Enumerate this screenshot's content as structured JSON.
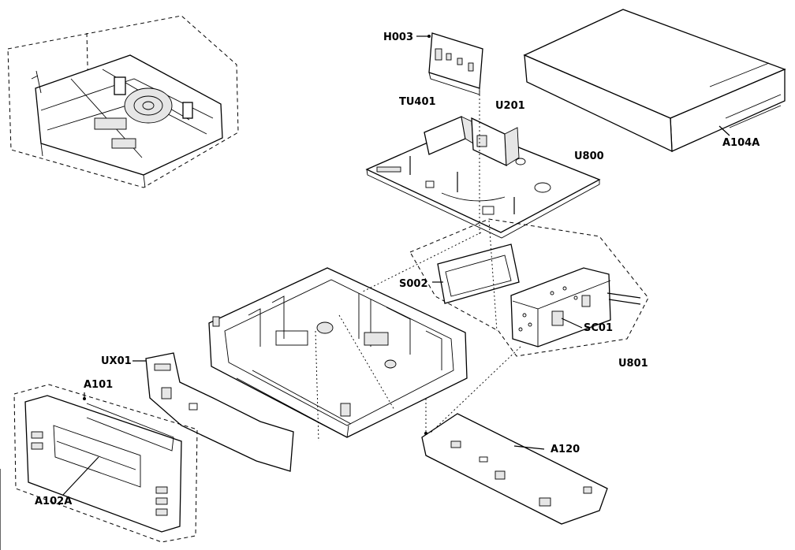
{
  "diagram": {
    "labels": {
      "h003": "H003",
      "tu401": "TU401",
      "u201": "U201",
      "u800": "U800",
      "a104a": "A104A",
      "s002": "S002",
      "sc01": "SC01",
      "u801": "U801",
      "ux01": "UX01",
      "a101": "A101",
      "a102a": "A102A",
      "a120": "A120"
    }
  }
}
